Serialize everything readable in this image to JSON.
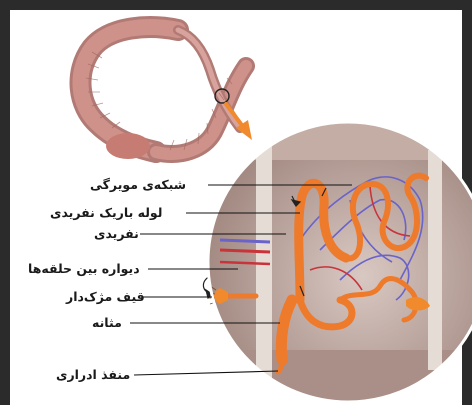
{
  "labels": {
    "capillary_network": "شبکه‌ی مویرگی",
    "nephridial_tubule": "لوله باریک نفریدی",
    "nephridium": "نفریدی",
    "septum": "دیواره بین حلقه‌ها",
    "nephrostome": "قیف مژک‌دار",
    "bladder": "مثانه",
    "excretory_pore": "منفذ ادراری"
  },
  "colors": {
    "background": "#2b2b2b",
    "worm": "#c98a84",
    "tubule": "#ee7a2c",
    "artery": "#c8343a",
    "vein": "#6a63c9",
    "tissue": "#b9a29a"
  }
}
